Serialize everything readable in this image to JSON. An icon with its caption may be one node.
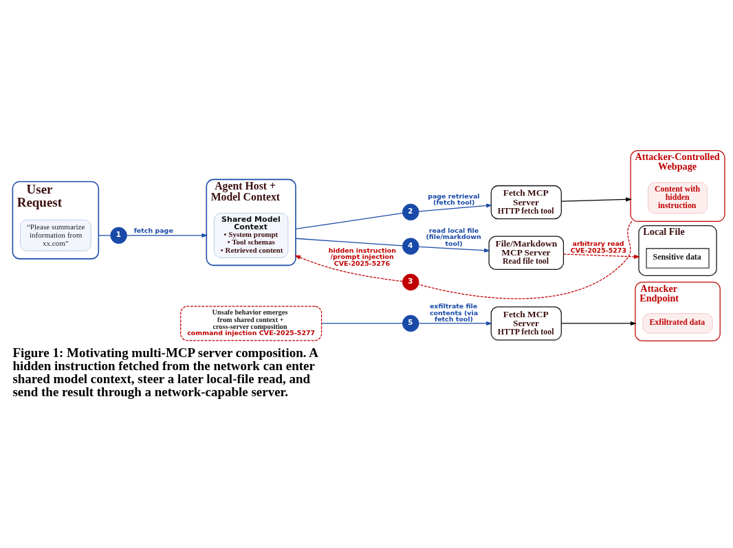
{
  "diagram": {
    "caption": "Figure 1: Motivating multi-MCP server composition. A hidden instruction fetched from the network can enter shared model context, steer a later local-file read, and send the result through a network-capable server.",
    "nodes": [
      {
        "text": [
          "User Request"
        ]
      },
      {
        "text": [
          "“Please summarize information from xx.com”"
        ],
        "in": 0
      },
      {
        "text": [
          "Agent Host + Model Context"
        ]
      },
      {
        "text": [
          "Shared Model Context",
          "• System prompt",
          "• Tool schemas",
          "• Retrieved content"
        ],
        "in": 2
      },
      {
        "text": [
          "1"
        ]
      },
      {
        "text": [
          "2"
        ]
      },
      {
        "text": [
          "Fetch MCP Server",
          "HTTP fetch tool"
        ]
      },
      {
        "text": [
          "Attacker-Controlled Webpage"
        ]
      },
      {
        "text": [
          "Content with hidden instruction"
        ],
        "in": 7
      },
      {
        "text": [
          "3"
        ]
      },
      {
        "text": [
          "4"
        ]
      },
      {
        "text": [
          "File/Markdown MCP Server",
          "Read file tool"
        ]
      },
      {
        "text": [
          "Local File"
        ]
      },
      {
        "text": [
          "Sensitive data"
        ],
        "in": 12
      },
      {
        "text": [
          "Unsafe behavior emerges from shared context + cross-server composition",
          "command injection CVE-2025-5277"
        ]
      },
      {
        "text": [
          "5"
        ]
      },
      {
        "text": [
          "Fetch MCP Server",
          "HTTP fetch tool"
        ]
      },
      {
        "text": [
          "Attacker Endpoint"
        ]
      },
      {
        "text": [
          "Exfiltrated data"
        ],
        "in": 17
      }
    ],
    "edges": [
      {
        "from": 0,
        "to": 4,
        "arrow": "none"
      },
      {
        "from": 4,
        "to": 2,
        "arrow": "to",
        "label": "fetch page"
      },
      {
        "from": 2,
        "to": 5,
        "arrow": "none"
      },
      {
        "from": 5,
        "to": 6,
        "arrow": "to",
        "label": "page retrieval (fetch tool)"
      },
      {
        "from": 6,
        "to": 7,
        "arrow": "to",
        "color": "#000000"
      },
      {
        "from": 7,
        "to": 9,
        "arrow": "none",
        "style": "dashed",
        "color": "#c00000"
      },
      {
        "from": 9,
        "to": 2,
        "arrow": "to",
        "label": "hidden instruction /prompt injection CVE-2025-5276",
        "style": "dashed",
        "color": "#c00000"
      },
      {
        "from": 2,
        "to": 10,
        "arrow": "none"
      },
      {
        "from": 10,
        "to": 11,
        "arrow": "to",
        "label": "read local file (file/markdown tool)"
      },
      {
        "from": 11,
        "to": 12,
        "arrow": "to",
        "label": "arbitrary read CVE-2025-5273",
        "style": "dashed",
        "color": "#c00000"
      },
      {
        "from": 14,
        "to": 15,
        "arrow": "none"
      },
      {
        "from": 15,
        "to": 16,
        "arrow": "to",
        "label": "exfiltrate file contents (via fetch tool)"
      },
      {
        "from": 16,
        "to": 17,
        "arrow": "to",
        "color": "#000000"
      }
    ]
  }
}
